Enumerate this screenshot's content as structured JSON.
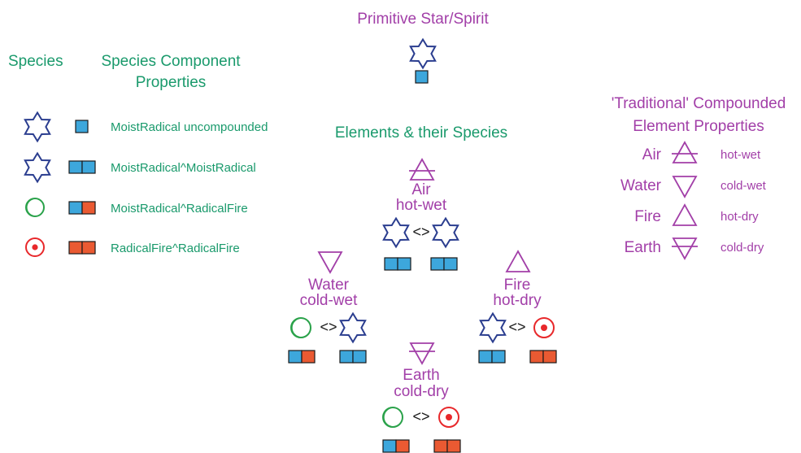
{
  "colors": {
    "species_text": "#1a9a6c",
    "element_text": "#a23fa8",
    "star_stroke": "#2a3d8f",
    "moist_radical_fill": "#3da7dc",
    "radical_fire_fill": "#ea5a32",
    "circle_green": "#2aa24a",
    "circle_red": "#e8282b"
  },
  "spirit": {
    "title": "Primitive Star/Spirit"
  },
  "legend": {
    "species_header": "Species",
    "component_header_line1": "Species Component",
    "component_header_line2": "Properties",
    "rows": [
      {
        "symbol": "star-icon",
        "components": [
          "moist"
        ],
        "label": "MoistRadical uncompounded"
      },
      {
        "symbol": "star-icon",
        "components": [
          "moist",
          "moist"
        ],
        "label": "MoistRadical^MoistRadical"
      },
      {
        "symbol": "green-crescent-circle-icon",
        "components": [
          "moist",
          "fire"
        ],
        "label": "MoistRadical^RadicalFire"
      },
      {
        "symbol": "red-dot-circle-icon",
        "components": [
          "fire",
          "fire"
        ],
        "label": "RadicalFire^RadicalFire"
      }
    ]
  },
  "elements_title": "Elements & their Species",
  "elements": {
    "air": {
      "name": "Air",
      "quality": "hot-wet",
      "operator": "<>"
    },
    "water": {
      "name": "Water",
      "quality": "cold-wet",
      "operator": "<>"
    },
    "fire": {
      "name": "Fire",
      "quality": "hot-dry",
      "operator": "<>"
    },
    "earth": {
      "name": "Earth",
      "quality": "cold-dry",
      "operator": "<>"
    }
  },
  "traditional": {
    "title_line1": "'Traditional' Compounded",
    "title_line2": "Element Properties",
    "rows": [
      {
        "name": "Air",
        "symbol": "air-symbol-icon",
        "quality": "hot-wet"
      },
      {
        "name": "Water",
        "symbol": "water-symbol-icon",
        "quality": "cold-wet"
      },
      {
        "name": "Fire",
        "symbol": "fire-symbol-icon",
        "quality": "hot-dry"
      },
      {
        "name": "Earth",
        "symbol": "earth-symbol-icon",
        "quality": "cold-dry"
      }
    ]
  }
}
